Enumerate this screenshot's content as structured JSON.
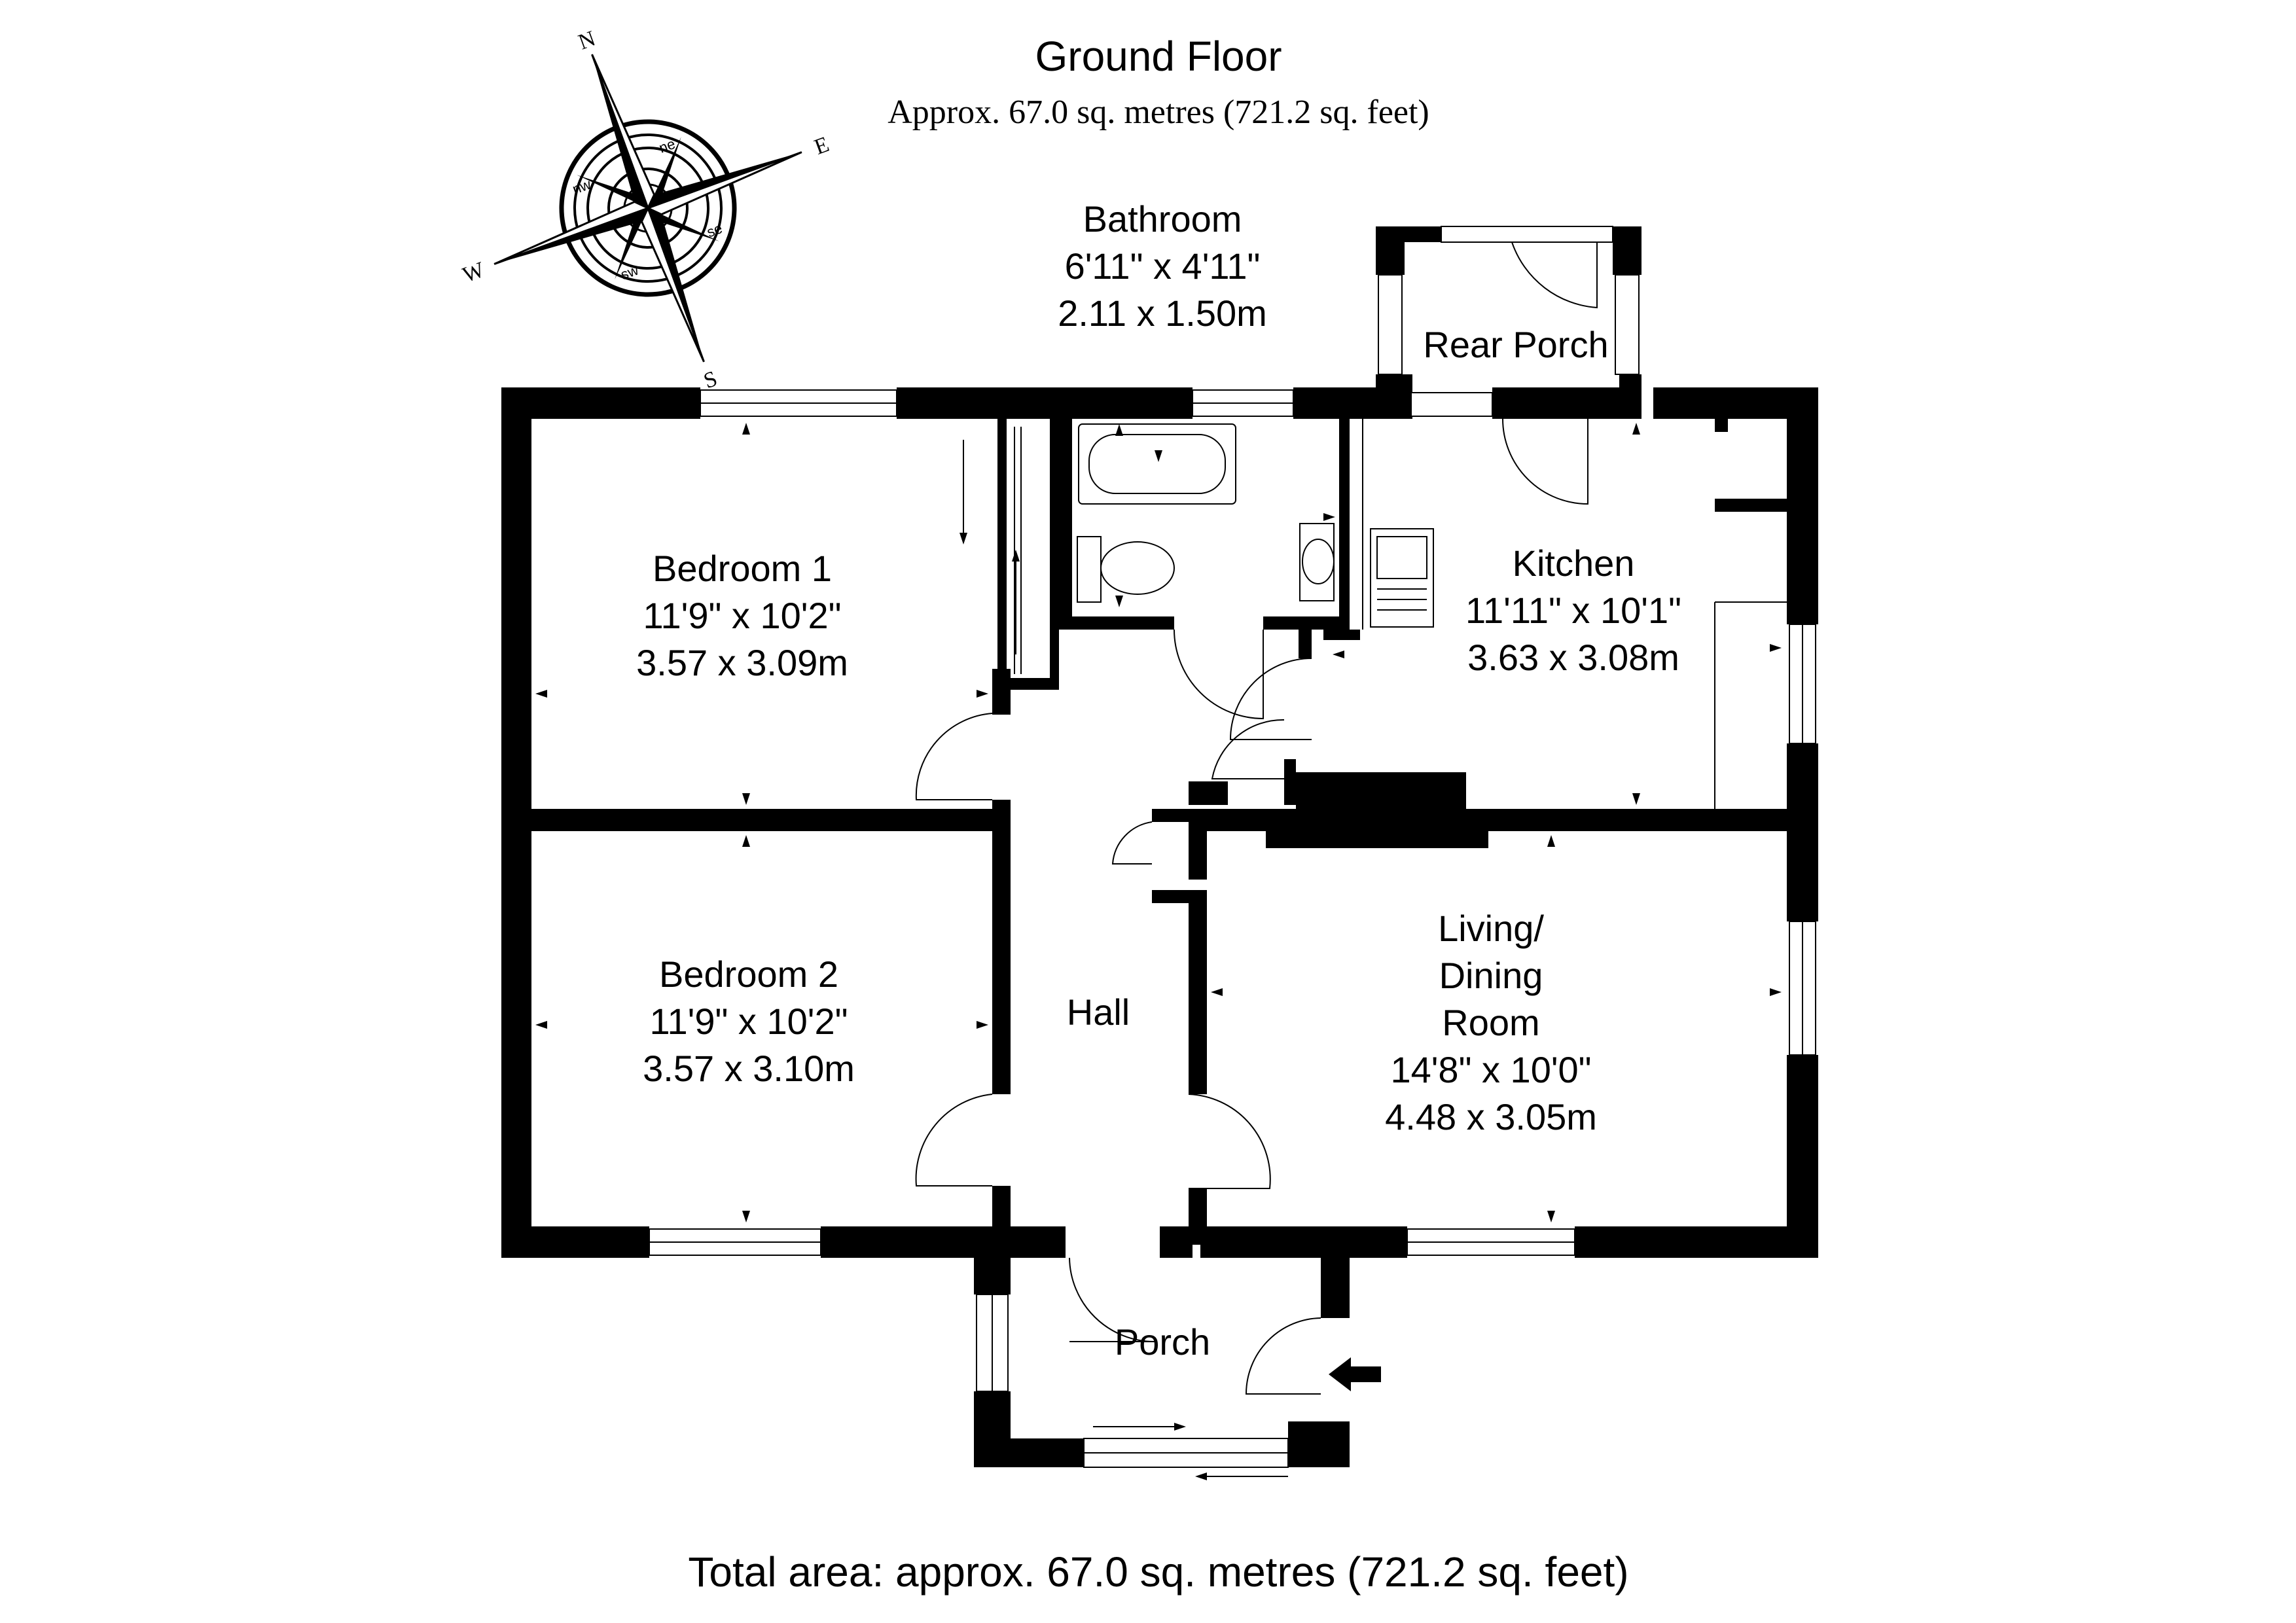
{
  "header": {
    "title": "Ground Floor",
    "subtitle": "Approx. 67.0 sq. metres (721.2 sq. feet)"
  },
  "compass": {
    "labels": {
      "n": "N",
      "e": "E",
      "s": "S",
      "w": "W",
      "ne": "ne",
      "se": "se",
      "sw": "sw",
      "nw": "nw"
    }
  },
  "rooms": {
    "bathroom": {
      "name": "Bathroom",
      "imperial": "6'11\" x 4'11\"",
      "metric": "2.11 x 1.50m"
    },
    "rear_porch": {
      "name": "Rear Porch"
    },
    "bedroom1": {
      "name": "Bedroom 1",
      "imperial": "11'9\" x 10'2\"",
      "metric": "3.57 x 3.09m"
    },
    "kitchen": {
      "name": "Kitchen",
      "imperial": "11'11\" x 10'1\"",
      "metric": "3.63 x 3.08m"
    },
    "bedroom2": {
      "name": "Bedroom 2",
      "imperial": "11'9\" x 10'2\"",
      "metric": "3.57 x 3.10m"
    },
    "hall": {
      "name": "Hall"
    },
    "living": {
      "name_line1": "Living/",
      "name_line2": "Dining",
      "name_line3": "Room",
      "imperial": "14'8\" x 10'0\"",
      "metric": "4.48 x 3.05m"
    },
    "porch": {
      "name": "Porch"
    }
  },
  "footer": {
    "total": "Total area: approx. 67.0 sq. metres (721.2 sq. feet)"
  },
  "colors": {
    "wall": "#000000",
    "background": "#ffffff"
  }
}
